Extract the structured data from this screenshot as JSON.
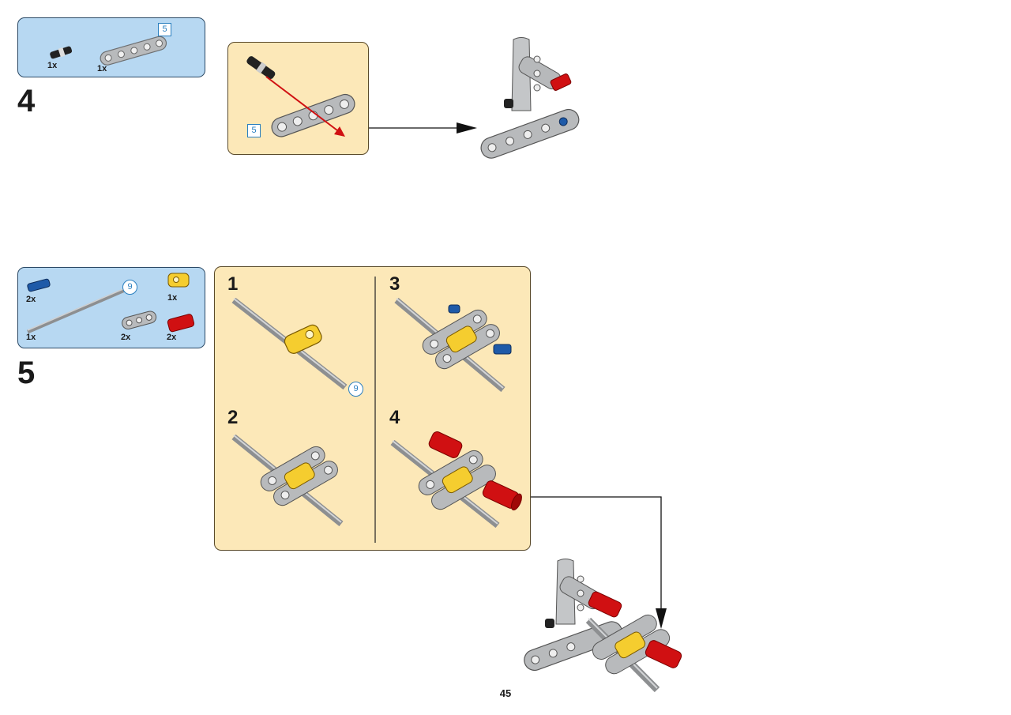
{
  "step4": {
    "number": "4",
    "parts": [
      {
        "name": "black-pin-with-friction",
        "qty": "1x"
      },
      {
        "name": "beam-5",
        "qty": "1x"
      }
    ],
    "beam_length_label": "5",
    "callout_length_label": "5"
  },
  "step5": {
    "number": "5",
    "parts": [
      {
        "name": "blue-axle-pin",
        "qty": "2x"
      },
      {
        "name": "axle-9",
        "qty": "1x"
      },
      {
        "name": "yellow-cross-block",
        "qty": "1x"
      },
      {
        "name": "gray-beam-3",
        "qty": "2x"
      },
      {
        "name": "red-bush",
        "qty": "2x"
      }
    ],
    "axle_length_label": "9",
    "substeps": [
      {
        "label": "1",
        "callout": "9"
      },
      {
        "label": "2"
      },
      {
        "label": "3"
      },
      {
        "label": "4"
      }
    ]
  },
  "colors": {
    "parts_bg": "#b7d8f2",
    "panel_bg": "#fce8b8",
    "callout_blue": "#2a7fbf",
    "brick_gray": "#a7a9ab",
    "brick_yellow": "#f5cd2f",
    "brick_red": "#d01012",
    "brick_blue": "#1e5aa8"
  },
  "page_number": "45"
}
